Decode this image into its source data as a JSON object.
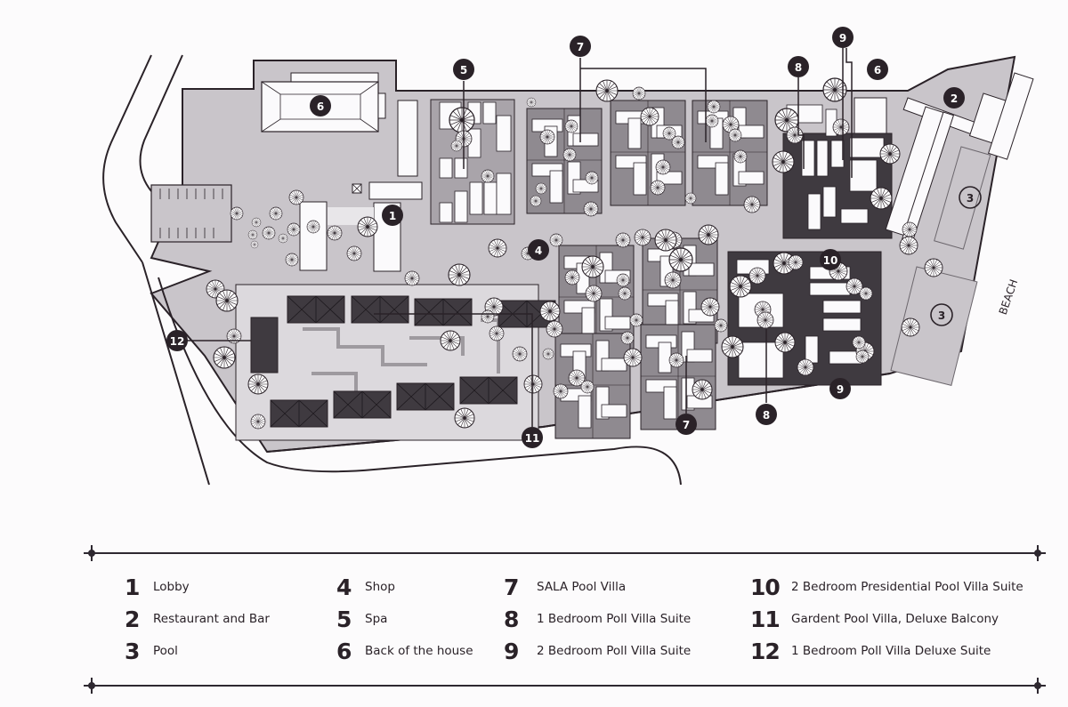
{
  "map": {
    "beach_label": "BEACH",
    "markers": [
      {
        "id": "1",
        "style": "filled"
      },
      {
        "id": "2",
        "style": "filled"
      },
      {
        "id": "3",
        "style": "outlined"
      },
      {
        "id": "3",
        "style": "outlined"
      },
      {
        "id": "4",
        "style": "filled"
      },
      {
        "id": "5",
        "style": "filled"
      },
      {
        "id": "6",
        "style": "filled"
      },
      {
        "id": "6",
        "style": "filled"
      },
      {
        "id": "7",
        "style": "filled"
      },
      {
        "id": "7",
        "style": "filled"
      },
      {
        "id": "8",
        "style": "filled"
      },
      {
        "id": "8",
        "style": "filled"
      },
      {
        "id": "9",
        "style": "filled"
      },
      {
        "id": "9",
        "style": "filled"
      },
      {
        "id": "10",
        "style": "filled"
      },
      {
        "id": "11",
        "style": "filled"
      },
      {
        "id": "12",
        "style": "filled"
      }
    ],
    "colors": {
      "ground": "#c9c5ca",
      "ink": "#2a2228",
      "villa_plot": "#8f8a90",
      "dark_plot": "#3f3a40",
      "roof": "#fbfafc",
      "road": "#fcfbfc"
    }
  },
  "legend": {
    "columns": [
      [
        {
          "number": "1",
          "label": "Lobby"
        },
        {
          "number": "2",
          "label": "Restaurant and Bar"
        },
        {
          "number": "3",
          "label": "Pool"
        }
      ],
      [
        {
          "number": "4",
          "label": "Shop"
        },
        {
          "number": "5",
          "label": "Spa"
        },
        {
          "number": "6",
          "label": "Back of the house"
        }
      ],
      [
        {
          "number": "7",
          "label": "SALA Pool Villa"
        },
        {
          "number": "8",
          "label": "1 Bedroom Poll Villa Suite"
        },
        {
          "number": "9",
          "label": "2 Bedroom Poll Villa Suite"
        }
      ],
      [
        {
          "number": "10",
          "label": "2 Bedroom Presidential Pool Villa Suite"
        },
        {
          "number": "11",
          "label": "Gardent Pool Villa, Deluxe Balcony"
        },
        {
          "number": "12",
          "label": "1 Bedroom Poll Villa Deluxe Suite"
        }
      ]
    ]
  }
}
